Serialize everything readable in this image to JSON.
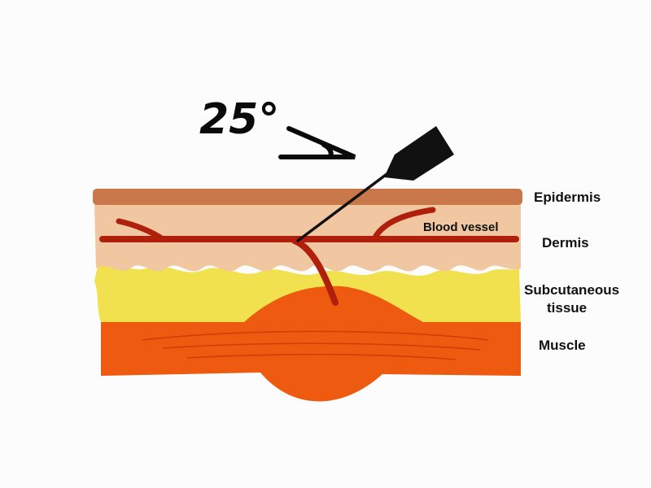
{
  "angle": {
    "value": "25°"
  },
  "labels": {
    "epidermis": "Epidermis",
    "dermis": "Dermis",
    "subcutaneous_1": "Subcutaneous",
    "subcutaneous_2": "tissue",
    "muscle": "Muscle",
    "blood_vessel": "Blood vessel"
  },
  "colors": {
    "epidermis": "#c8784a",
    "dermis": "#f1c7a2",
    "subcutaneous": "#f2e14e",
    "muscle": "#ee5a10",
    "vessel": "#b01e0c",
    "needle": "#111111"
  }
}
